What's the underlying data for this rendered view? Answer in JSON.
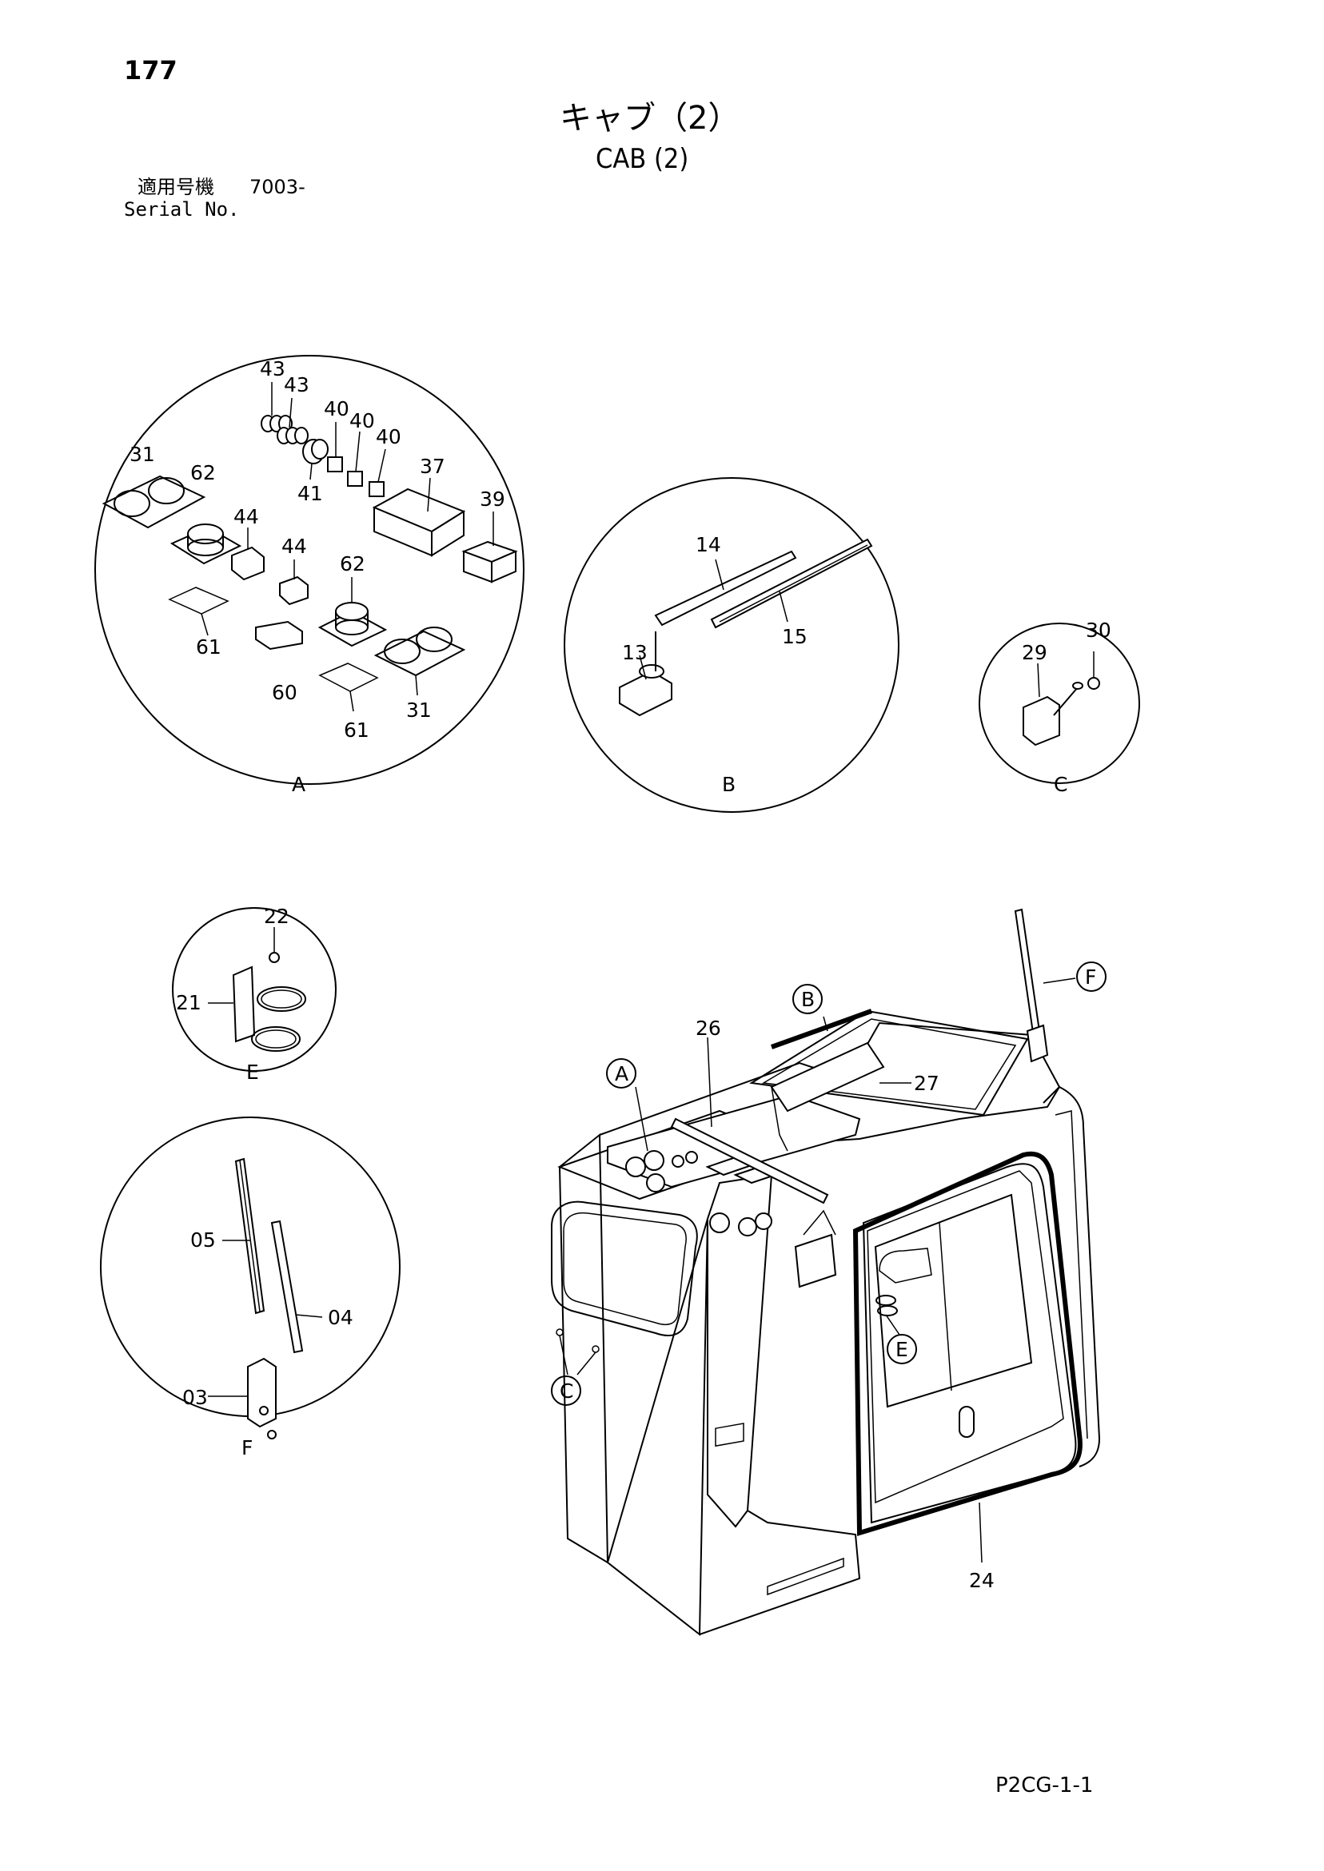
{
  "page_number": "177",
  "title_jp": "キャブ（2）",
  "title_en": "CAB (2)",
  "serial_label_jp": "適用号機",
  "serial_value": "7003-",
  "serial_label_en": "Serial No.",
  "page_code": "P2CG-1-1",
  "callouts": {
    "A": "A",
    "B": "B",
    "C": "C",
    "E": "E",
    "F": "F"
  },
  "part_numbers": {
    "p03": "03",
    "p04": "04",
    "p05": "05",
    "p13": "13",
    "p14": "14",
    "p15": "15",
    "p21": "21",
    "p22": "22",
    "p24": "24",
    "p26": "26",
    "p27": "27",
    "p29": "29",
    "p30": "30",
    "p31": "31",
    "p37": "37",
    "p39": "39",
    "p40": "40",
    "p41": "41",
    "p43": "43",
    "p44": "44",
    "p60": "60",
    "p61": "61",
    "p62": "62"
  }
}
